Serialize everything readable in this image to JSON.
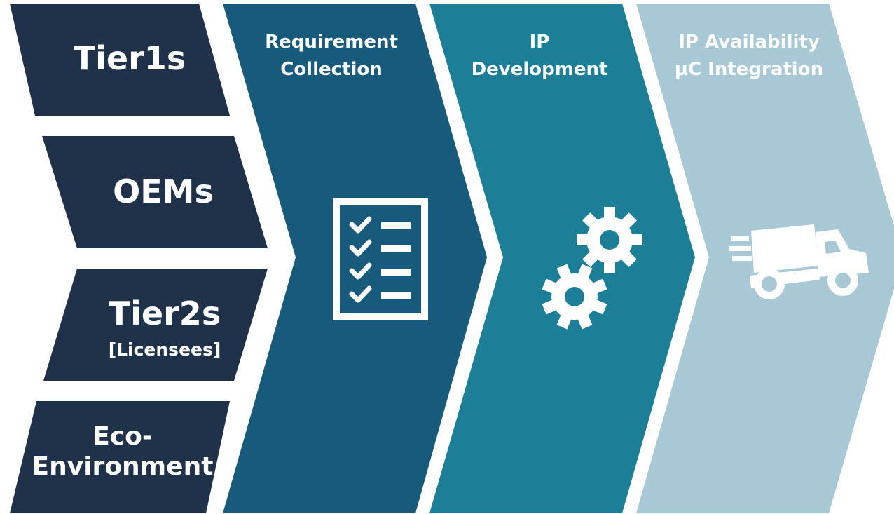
{
  "colors": {
    "stakeholder": "#1f3249",
    "step1": "#175a7b",
    "step2": "#1d7e98",
    "step3": "#a9c8d6",
    "icon": "#ffffff"
  },
  "stakeholders": [
    {
      "lines": [
        "Tier1s"
      ]
    },
    {
      "lines": [
        "OEMs"
      ]
    },
    {
      "lines": [
        "Tier2s"
      ],
      "sub": "[Licensees]"
    },
    {
      "lines": [
        "Eco-",
        "Environment"
      ]
    }
  ],
  "steps": [
    {
      "lines": [
        "Requirement",
        "Collection"
      ],
      "icon": "checklist-icon"
    },
    {
      "lines": [
        "IP",
        "Development"
      ],
      "icon": "gears-icon"
    },
    {
      "lines": [
        "IP Availability",
        "µC Integration"
      ],
      "icon": "delivery-truck-icon"
    }
  ]
}
